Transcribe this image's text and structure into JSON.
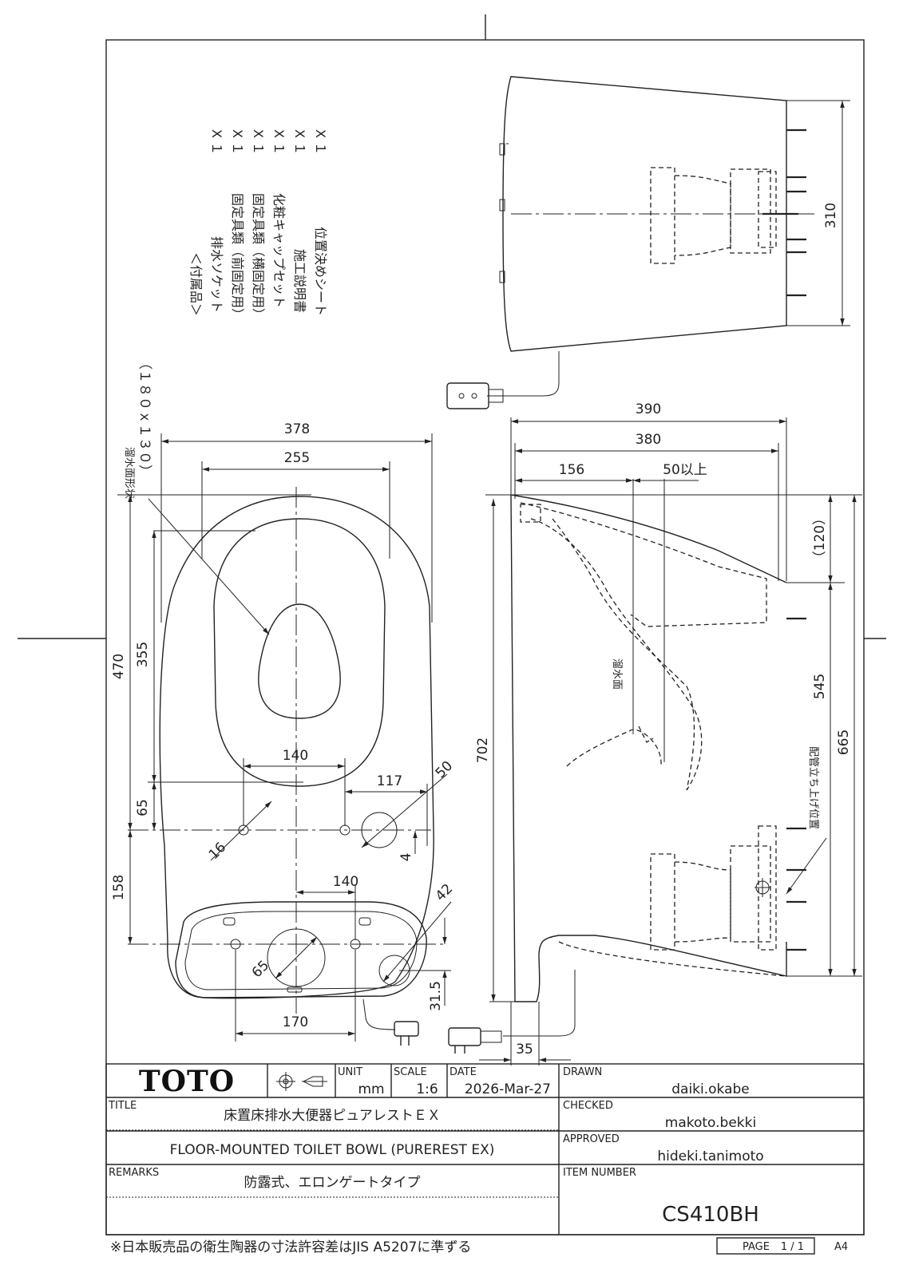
{
  "accessories": {
    "header": "＜付属品＞",
    "items": [
      {
        "name": "排水ソケット",
        "qty": "X １"
      },
      {
        "name": "固定具類（前固定用）",
        "qty": "X １"
      },
      {
        "name": "固定具類（横固定用）",
        "qty": "X １"
      },
      {
        "name": "化粧キャップセット",
        "qty": "X １"
      },
      {
        "name": "施工説明書",
        "qty": "X １"
      },
      {
        "name": "位置決めシート",
        "qty": "X １"
      }
    ]
  },
  "dimensions": {
    "plan": {
      "w378": "378",
      "w255": "255",
      "h470": "470",
      "h355": "355",
      "w140a": "140",
      "w117": "117",
      "d50": "50",
      "h65": "65",
      "d16": "16",
      "d4": "4",
      "h158": "158",
      "w140b": "140",
      "d42": "42",
      "d65": "65",
      "h31_5": "31.5",
      "w170": "170",
      "water_surface_shape": "溜水面形状",
      "water_surface_size": "（１８０ｘ１３０）"
    },
    "top": {
      "h310": "310"
    },
    "side": {
      "w390": "390",
      "w380": "380",
      "w156": "156",
      "w50min": "50以上",
      "h120": "（120）",
      "h545": "545",
      "h665": "665",
      "h702": "702",
      "w35": "35",
      "water_surface": "溜水面",
      "pipe_position": "配管立ち上げ位置"
    }
  },
  "title_block": {
    "logo": "TOTO",
    "unit_label": "UNIT",
    "unit_value": "mm",
    "scale_label": "SCALE",
    "scale_value": "1:6",
    "date_label": "DATE",
    "date_value": "2026-Mar-27",
    "drawn_label": "DRAWN",
    "drawn_value": "daiki.okabe",
    "title_label": "TITLE",
    "title_jp": "床置床排水大便器ピュアレストＥＸ",
    "checked_label": "CHECKED",
    "checked_value": "makoto.bekki",
    "title_en": "FLOOR-MOUNTED TOILET BOWL (PUREREST EX)",
    "approved_label": "APPROVED",
    "approved_value": "hideki.tanimoto",
    "remarks_label": "REMARKS",
    "remarks_value": "防露式、エロンゲートタイプ",
    "item_number_label": "ITEM NUMBER",
    "item_number_value": "CS410BH"
  },
  "footer": {
    "note": "※日本販売品の衛生陶器の寸法許容差はJIS A5207に準ずる",
    "page_label": "PAGE",
    "page_value": "1 / 1",
    "paper_size": "A4"
  }
}
